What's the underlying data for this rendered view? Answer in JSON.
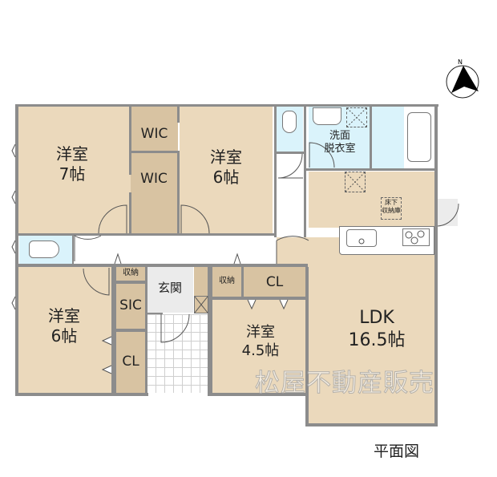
{
  "title": "平面図",
  "watermark": "松屋不動産販売",
  "compass": {
    "label": "N",
    "icon": "north-arrow-icon"
  },
  "colors": {
    "room": "#ebd9bc",
    "closet": "#d8c3a2",
    "wet_area": "#daf3fb",
    "entrance": "#ebebeb",
    "hall": "#ffffff",
    "wall": "#8c8c8c"
  },
  "rooms": [
    {
      "id": "western-room-7",
      "name": "洋室",
      "size": "7帖"
    },
    {
      "id": "wic-1",
      "name": "WIC"
    },
    {
      "id": "wic-2",
      "name": "WIC"
    },
    {
      "id": "western-room-6a",
      "name": "洋室",
      "size": "6帖"
    },
    {
      "id": "washroom",
      "name": "洗面",
      "name2": "脱衣室"
    },
    {
      "id": "underfloor-storage",
      "name": "床下",
      "name2": "収納庫"
    },
    {
      "id": "western-room-6b",
      "name": "洋室",
      "size": "6帖"
    },
    {
      "id": "storage-1",
      "name": "収納"
    },
    {
      "id": "sic",
      "name": "SIC"
    },
    {
      "id": "entrance",
      "name": "玄関"
    },
    {
      "id": "cl-1",
      "name": "CL"
    },
    {
      "id": "storage-2",
      "name": "収納"
    },
    {
      "id": "cl-2",
      "name": "CL"
    },
    {
      "id": "western-room-4-5",
      "name": "洋室",
      "size": "4.5帖"
    },
    {
      "id": "ldk",
      "name": "LDK",
      "size": "16.5帖"
    }
  ]
}
